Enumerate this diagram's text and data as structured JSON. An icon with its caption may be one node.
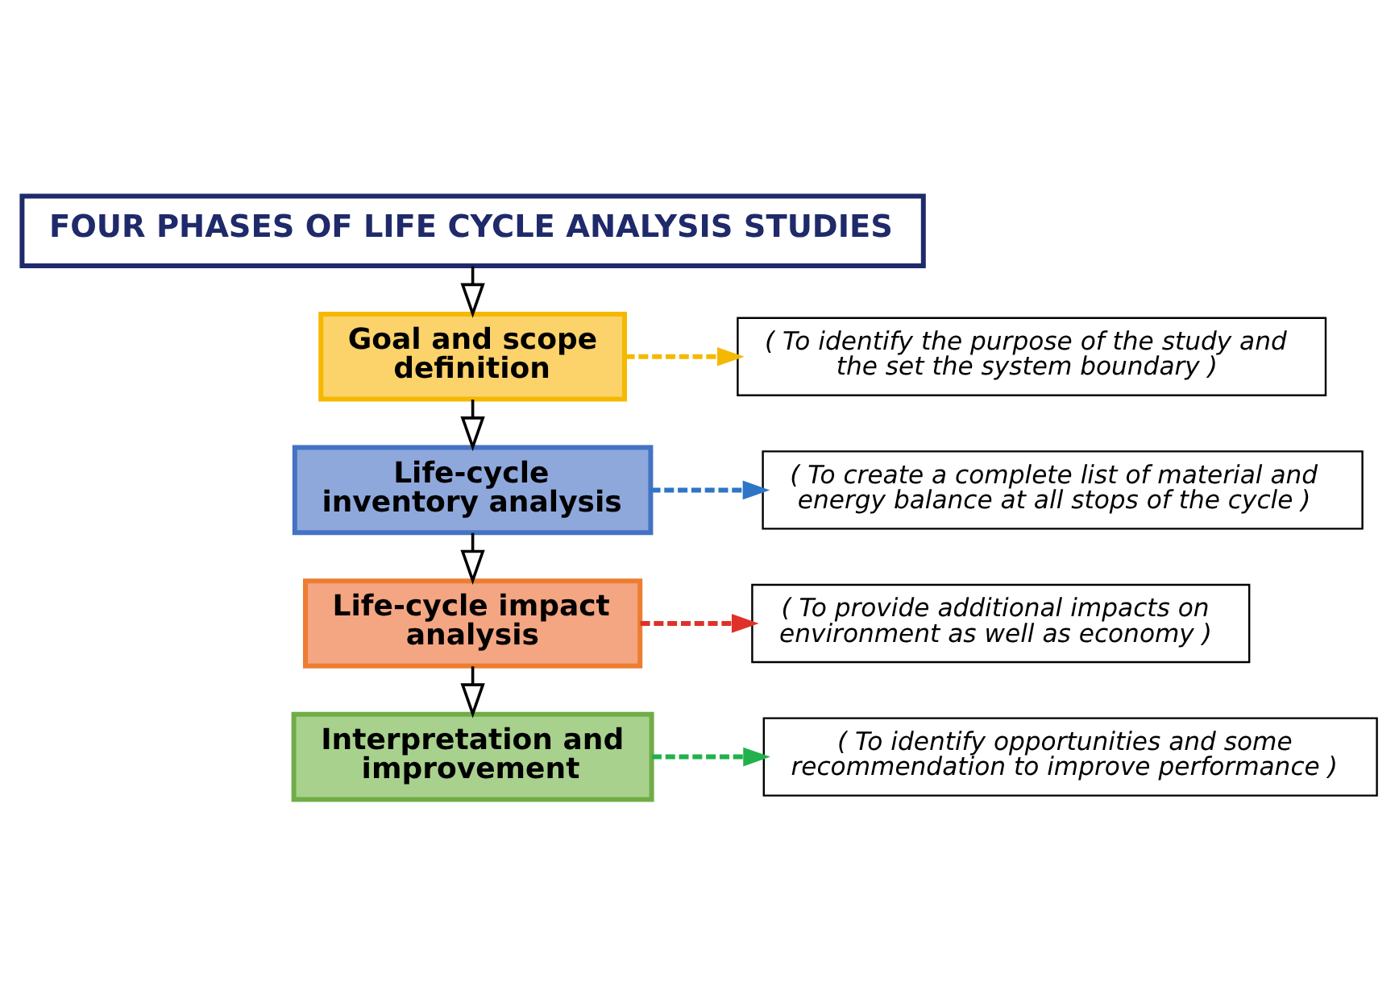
{
  "diagram": {
    "nodes": [
      {
        "text": [
          "FOUR PHASES OF LIFE CYCLE ANALYSIS STUDIES"
        ]
      },
      {
        "text": [
          "Goal and scope definition"
        ]
      },
      {
        "text": [
          "( To identify the purpose of the study and the set the system boundary )"
        ]
      },
      {
        "text": [
          "Life-cycle inventory analysis"
        ]
      },
      {
        "text": [
          "( To create a complete list of material and energy balance at all stops of the cycle )"
        ]
      },
      {
        "text": [
          "Life-cycle impact analysis"
        ]
      },
      {
        "text": [
          "( To provide additional impacts on environment as well as economy )"
        ]
      },
      {
        "text": [
          "Interpretation and improvement"
        ]
      },
      {
        "text": [
          "( To identify opportunities and some recommendation to improve performance )"
        ]
      }
    ],
    "edges": [
      {
        "from": 0,
        "to": 1,
        "arrow": "to"
      },
      {
        "from": 1,
        "to": 3,
        "arrow": "to"
      },
      {
        "from": 3,
        "to": 5,
        "arrow": "to"
      },
      {
        "from": 5,
        "to": 7,
        "arrow": "to"
      },
      {
        "from": 1,
        "to": 2,
        "arrow": "to",
        "style": "dashed",
        "color": "#f5b800"
      },
      {
        "from": 3,
        "to": 4,
        "arrow": "to",
        "style": "dashed",
        "color": "#2e75c6"
      },
      {
        "from": 5,
        "to": 6,
        "arrow": "to",
        "style": "dashed",
        "color": "#e0302a"
      },
      {
        "from": 7,
        "to": 8,
        "arrow": "to",
        "style": "dashed",
        "color": "#22b14c"
      }
    ]
  }
}
